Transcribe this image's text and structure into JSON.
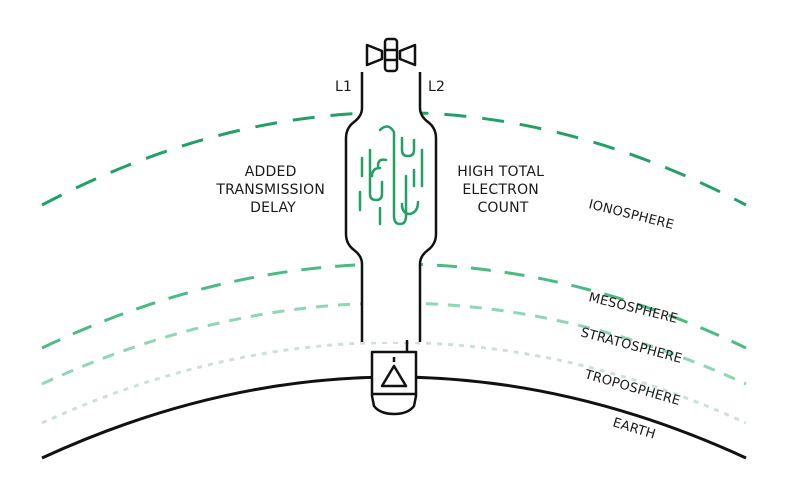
{
  "signal": {
    "left_label": "L1",
    "right_label": "L2"
  },
  "annotations": {
    "left_lines": [
      "ADDED",
      "TRANSMISSION",
      "DELAY"
    ],
    "right_lines": [
      "HIGH TOTAL",
      "ELECTRON",
      "COUNT"
    ]
  },
  "layers": [
    {
      "id": "ionosphere",
      "label": "IONOSPHERE"
    },
    {
      "id": "mesosphere",
      "label": "MESOSPHERE"
    },
    {
      "id": "stratosphere",
      "label": "STRATOSPHERE"
    },
    {
      "id": "troposphere",
      "label": "TROPOSPHERE"
    },
    {
      "id": "earth",
      "label": "EARTH"
    }
  ],
  "colors": {
    "ionosphere": "#22a065",
    "mesosphere": "#4dba84",
    "stratosphere": "#8fd6b4",
    "troposphere": "#cfe0d8",
    "earth": "#111111",
    "ink": "#111111",
    "wave": "#22a065"
  },
  "icons": {
    "satellite": "satellite-icon",
    "receiver": "gps-receiver-icon",
    "receiver_symbol": "triangle-icon"
  }
}
